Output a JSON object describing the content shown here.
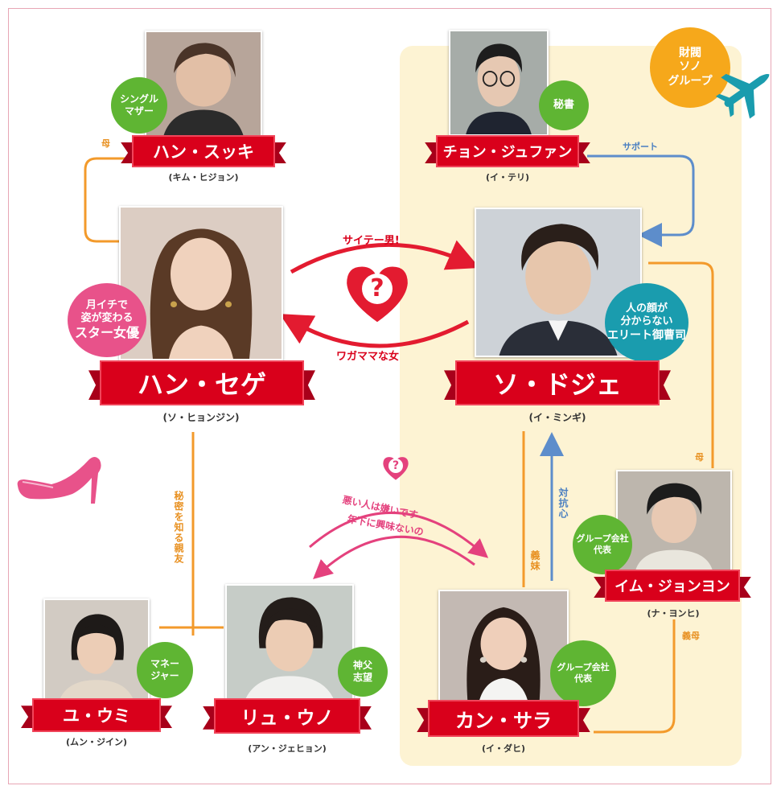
{
  "group": {
    "badge": "財閥\nソノ\nグループ",
    "badge_lines": [
      "財閥",
      "ソノ",
      "グループ"
    ]
  },
  "characters": {
    "han_sukki": {
      "role": "ハン・スッキ",
      "actor": "(キム・ヒジョン)",
      "tag_lines": [
        "シングル",
        "マザー"
      ]
    },
    "jeon_jufan": {
      "role": "チョン・ジュファン",
      "actor": "(イ・テリ)",
      "tag_lines": [
        "秘書"
      ]
    },
    "han_sege": {
      "role": "ハン・セゲ",
      "actor": "(ソ・ヒョンジン)",
      "tag_lines": [
        "月イチで",
        "姿が変わる",
        "スター女優"
      ]
    },
    "so_doje": {
      "role": "ソ・ドジェ",
      "actor": "(イ・ミンギ)",
      "tag_lines": [
        "人の顔が",
        "分からない",
        "エリート御曹司"
      ]
    },
    "im_jonyon": {
      "role": "イム・ジョンヨン",
      "actor": "(ナ・ヨンヒ)",
      "tag_lines": [
        "グループ会社",
        "代表"
      ]
    },
    "yu_umi": {
      "role": "ユ・ウミ",
      "actor": "(ムン・ジイン)",
      "tag_lines": [
        "マネー",
        "ジャー"
      ]
    },
    "ryu_uno": {
      "role": "リュ・ウノ",
      "actor": "(アン・ジェヒョン)",
      "tag_lines": [
        "神父",
        "志望"
      ]
    },
    "kan_sara": {
      "role": "カン・サラ",
      "actor": "(イ・ダヒ)",
      "tag_lines": [
        "グループ会社",
        "代表"
      ]
    }
  },
  "relations": {
    "mother_top": "母",
    "support": "サポート",
    "saitei": "サイテー男!",
    "wagamama": "ワガママな女",
    "heart_mark": "?",
    "small_heart_mark": "?",
    "mother_right": "母",
    "secret_friend": "秘密を知る親友",
    "warui": "悪い人は嫌いです",
    "toshishita": "年下に興味ないの",
    "taikoshin": "対抗心",
    "gimai": "義妹",
    "gibo": "義母"
  },
  "colors": {
    "plate_red": "#d9001b",
    "orange_line": "#f39a2b",
    "blue_line": "#5d8dcb",
    "pink_line": "#e4417d",
    "group_bg": "#fdf3d3"
  }
}
